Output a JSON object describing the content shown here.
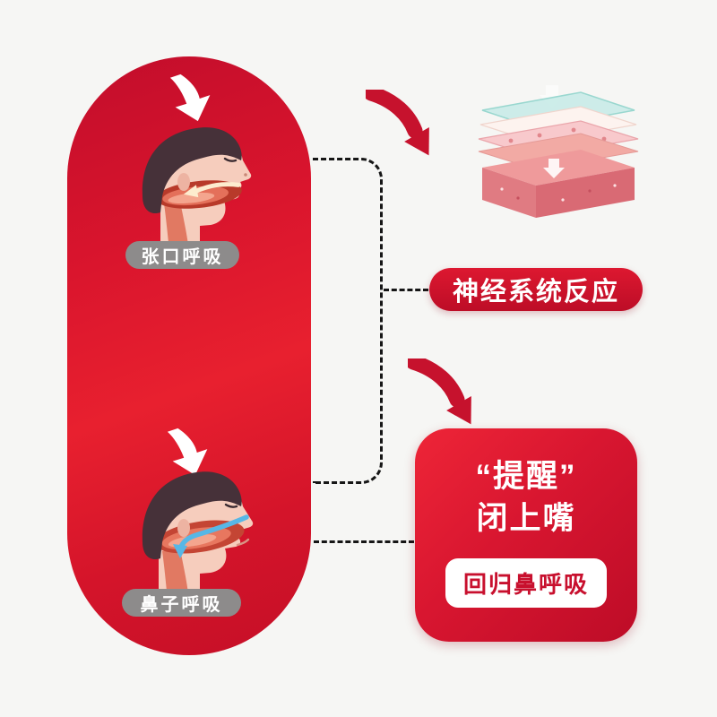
{
  "page": {
    "background": "#f6f6f4"
  },
  "colors": {
    "panel_red": "#d8142c",
    "accent_red": "#c8102e",
    "badge_gray": "#8d8b8b",
    "dash_black": "#161616",
    "airflow_blue": "#57b7e6",
    "skin_tone": "#f6cdbd",
    "glass_teal": "#c9ece8"
  },
  "panel": {
    "top_label": "张口呼吸",
    "bottom_label": "鼻子呼吸"
  },
  "nerve_badge": {
    "label": "神经系统反应"
  },
  "reminder": {
    "quote_line": "“提醒”",
    "action_line": "闭上嘴",
    "pill_label": "回归鼻呼吸"
  },
  "icons": {
    "down_arrow": "white-curved-down-arrow",
    "red_arrow_top": "red-curved-arrow",
    "red_arrow_mid": "red-curved-arrow",
    "skin_layers": "skin-cross-section-illustration",
    "head_mouth": "child-profile-mouth-breathing",
    "head_nose": "child-profile-nose-breathing"
  }
}
